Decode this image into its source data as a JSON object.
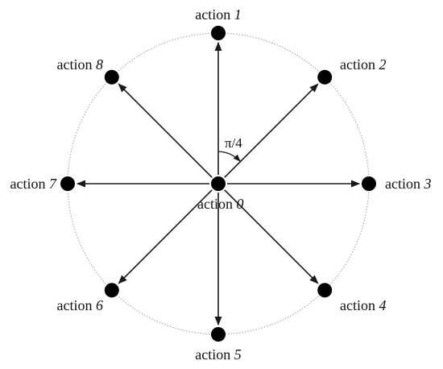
{
  "diagram": {
    "colors": {
      "node": "#000000",
      "arrow": "#1a1a1a",
      "circle": "#9a9a9a",
      "text": "#111111"
    },
    "angle_label": "π/4",
    "center_action": {
      "word": "action",
      "num": "0"
    },
    "actions": [
      {
        "word": "action",
        "num": "1"
      },
      {
        "word": "action",
        "num": "2"
      },
      {
        "word": "action",
        "num": "3"
      },
      {
        "word": "action",
        "num": "4"
      },
      {
        "word": "action",
        "num": "5"
      },
      {
        "word": "action",
        "num": "6"
      },
      {
        "word": "action",
        "num": "7"
      },
      {
        "word": "action",
        "num": "8"
      }
    ]
  }
}
